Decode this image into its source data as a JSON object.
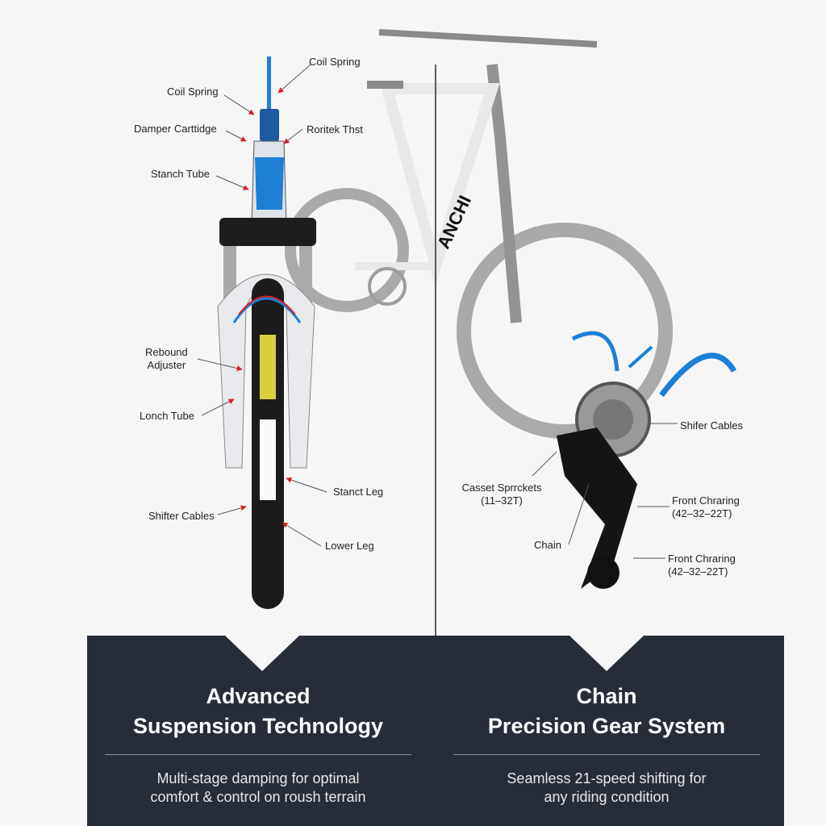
{
  "left_labels": {
    "coil_spring_top": "Coil Spring",
    "coil_spring": "Coil Spring",
    "damper_cartridge": "Damper Carttidge",
    "rortek_thst": "Roritek Thst",
    "stanch_tube": "Stanch Tube",
    "rebound_adjuster": "Rebound\nAdjuster",
    "lonch_tube": "Lonch Tube",
    "stanct_leg": "Stanct Leg",
    "shifter_cables": "Shifter Cables",
    "lower_leg": "Lower Leg"
  },
  "right_labels": {
    "shifer_cables": "Shifer Cables",
    "casset_sprockets": "Casset Sprrckets",
    "casset_range": "(11–32T)",
    "front_chraring_1": "Front Chraring",
    "front_chraring_1_range": "(42–32–22T)",
    "chain": "Chain",
    "front_chraring_2": "Front Chraring",
    "front_chraring_2_range": "(42–32–22T)"
  },
  "frame_brand": "ANCHI",
  "panels": [
    {
      "title_line1": "Advanced",
      "title_line2": "Suspension Technology",
      "subtitle_line1": "Multi-stage damping for optimal",
      "subtitle_line2": "comfort & control on roush terrain"
    },
    {
      "title_line1": "Chain",
      "title_line2": "Precision Gear System",
      "subtitle_line1": "Seamless 21-speed shifting for",
      "subtitle_line2": "any riding condition"
    }
  ],
  "colors": {
    "panel": "#262d38",
    "accent_blue": "#1d7fd6",
    "arrow_red": "#d42020"
  }
}
